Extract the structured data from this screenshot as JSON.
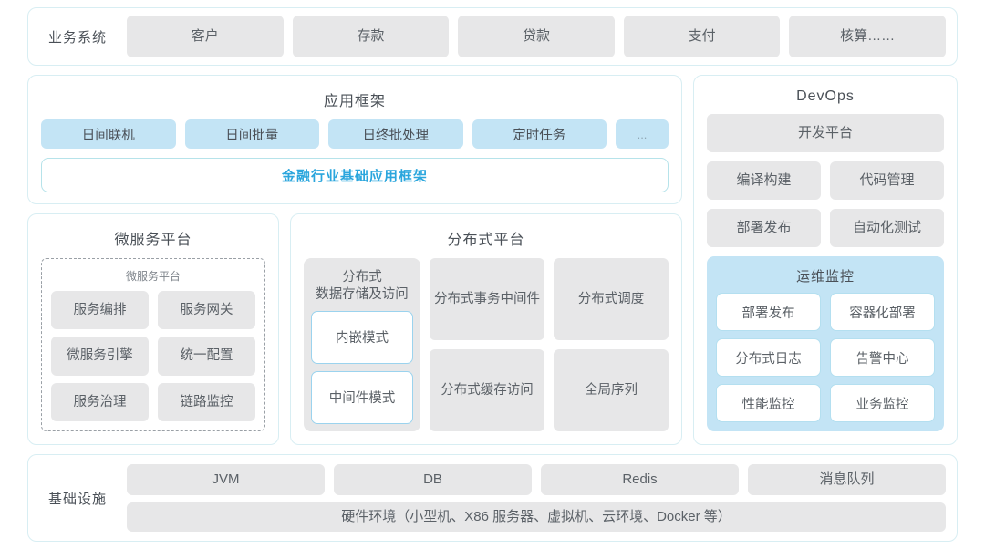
{
  "colors": {
    "panel_border": "#d8eef3",
    "chip_gray": "#e7e7e8",
    "chip_blue": "#c3e4f5",
    "accent_text": "#2ba6dd",
    "body_text": "#5b6167",
    "dashed_border": "#9aa0a6",
    "outline_blue": "#9bd3ee"
  },
  "business_system": {
    "label": "业务系统",
    "items": [
      "客户",
      "存款",
      "贷款",
      "支付",
      "核算……"
    ]
  },
  "app_framework": {
    "title": "应用框架",
    "chips": [
      "日间联机",
      "日间批量",
      "日终批处理",
      "定时任务",
      "..."
    ],
    "banner": "金融行业基础应用框架"
  },
  "microservice_platform": {
    "title": "微服务平台",
    "inner_title": "微服务平台",
    "items": [
      "服务编排",
      "服务网关",
      "微服务引擎",
      "统一配置",
      "服务治理",
      "链路监控"
    ]
  },
  "distributed_platform": {
    "title": "分布式平台",
    "left_column": {
      "title": "分布式\n数据存储及访问",
      "title_line1": "分布式",
      "title_line2": "数据存储及访问",
      "modes": [
        "内嵌模式",
        "中间件模式"
      ]
    },
    "grid": [
      {
        "line1": "分布式",
        "line2": "事务中间件"
      },
      {
        "line1": "分布式调度",
        "line2": ""
      },
      {
        "line1": "分布式",
        "line2": "缓存访问"
      },
      {
        "line1": "全局序列",
        "line2": ""
      }
    ]
  },
  "devops": {
    "title": "DevOps",
    "platform": "开发平台",
    "tools": [
      "编译构建",
      "代码管理",
      "部署发布",
      "自动化测试"
    ],
    "ops_monitoring": {
      "title": "运维监控",
      "items": [
        "部署发布",
        "容器化部署",
        "分布式日志",
        "告警中心",
        "性能监控",
        "业务监控"
      ]
    }
  },
  "infrastructure": {
    "label": "基础设施",
    "items": [
      "JVM",
      "DB",
      "Redis",
      "消息队列"
    ],
    "hardware": "硬件环境（小型机、X86 服务器、虚拟机、云环境、Docker 等）"
  }
}
